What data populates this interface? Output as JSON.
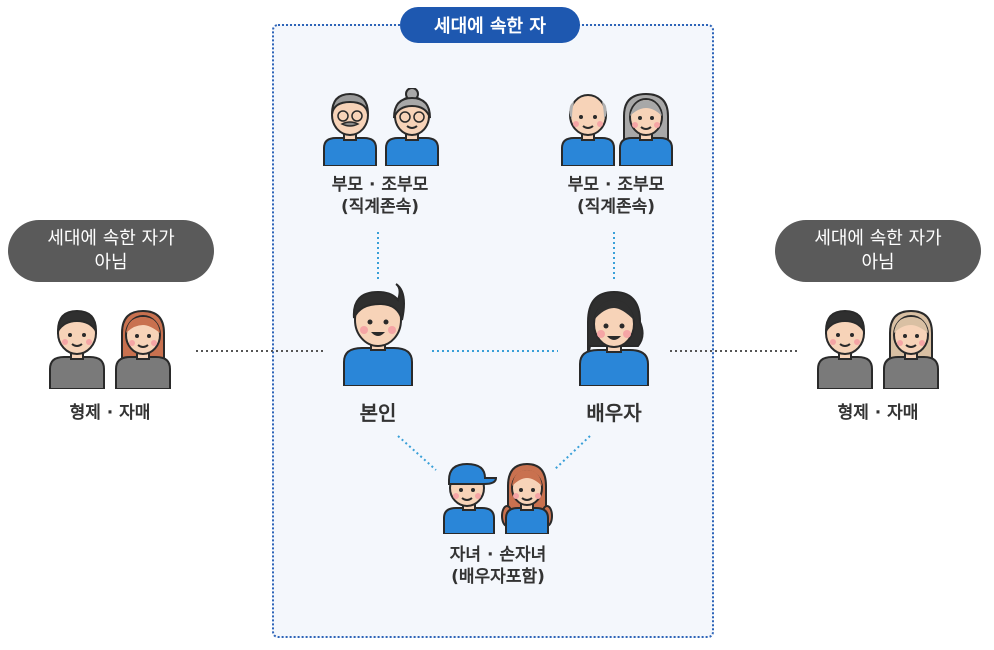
{
  "household_title": "세대에 속한 자",
  "non_household": {
    "line1": "세대에 속한 자가",
    "line2": "아님"
  },
  "siblings_label": "형제 · 자매",
  "parents_label": {
    "line1": "부모 · 조부모",
    "line2": "(직계존속)"
  },
  "self_label": "본인",
  "spouse_label": "배우자",
  "children_label": {
    "line1": "자녀 · 손자녀",
    "line2": "(배우자포함)"
  },
  "colors": {
    "household_blue": "#1e58b0",
    "member_shirt": "#2a86d8",
    "non_member_shirt": "#7a7a7a",
    "pill_gray": "#5a5a5a",
    "connector_blue": "#3aa0d8",
    "connector_gray": "#555555"
  }
}
